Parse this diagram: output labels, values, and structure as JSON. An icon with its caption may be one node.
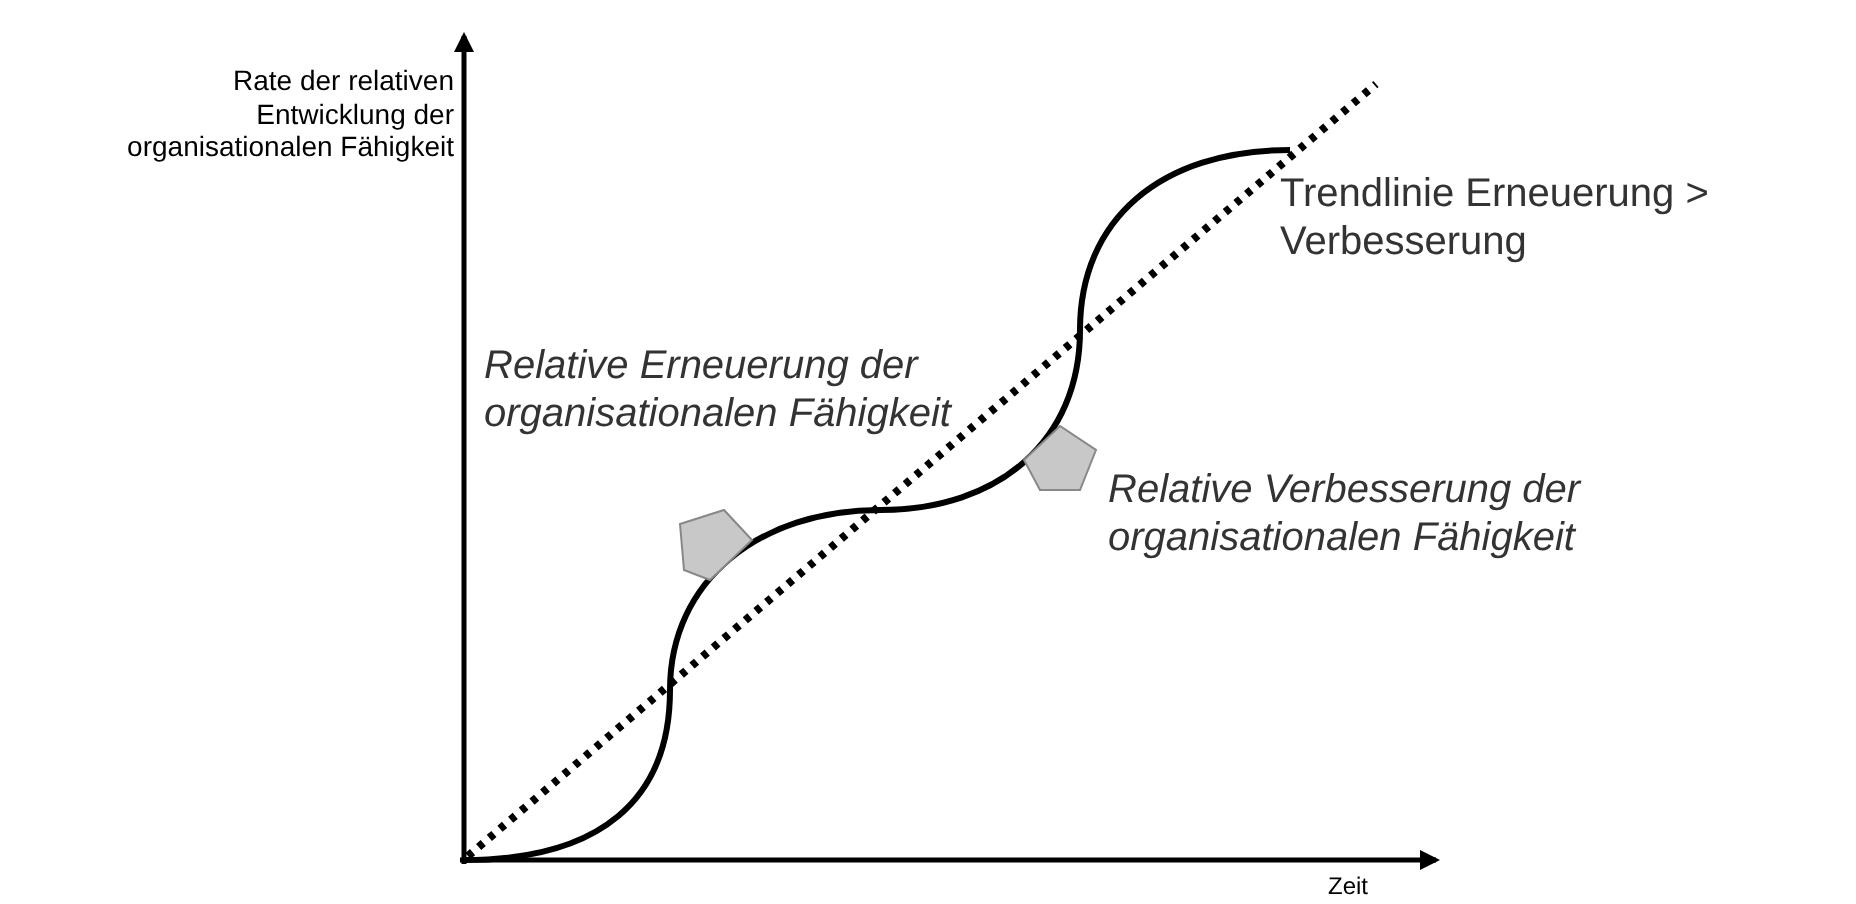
{
  "diagram": {
    "labels": [
      "Rate der relativen Entwicklung der organisationalen Fähigkeit",
      "Zeit",
      "Trendlinie Erneuerung > Verbesserung",
      "Relative Erneuerung der organisationalen Fähigkeit",
      "Relative Verbesserung der organisationalen Fähigkeit"
    ]
  }
}
